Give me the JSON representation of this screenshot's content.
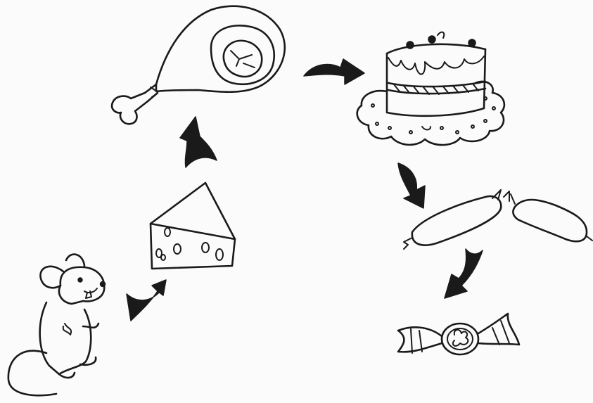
{
  "diagram": {
    "kind": "hand-drawn food chain illustration",
    "ink_color": "#1a1a1a",
    "paper_color": "#fbfbfb",
    "nodes": [
      {
        "id": "mouse",
        "icon": "mouse-icon"
      },
      {
        "id": "cheese",
        "icon": "cheese-icon"
      },
      {
        "id": "drumstick",
        "icon": "drumstick-icon"
      },
      {
        "id": "cake",
        "icon": "cake-icon"
      },
      {
        "id": "sausages",
        "icon": "sausages-icon"
      },
      {
        "id": "candy",
        "icon": "candy-icon"
      }
    ],
    "edges": [
      {
        "from": "mouse",
        "to": "cheese"
      },
      {
        "from": "cheese",
        "to": "drumstick"
      },
      {
        "from": "drumstick",
        "to": "cake"
      },
      {
        "from": "cake",
        "to": "sausages"
      },
      {
        "from": "sausages",
        "to": "candy"
      }
    ]
  }
}
